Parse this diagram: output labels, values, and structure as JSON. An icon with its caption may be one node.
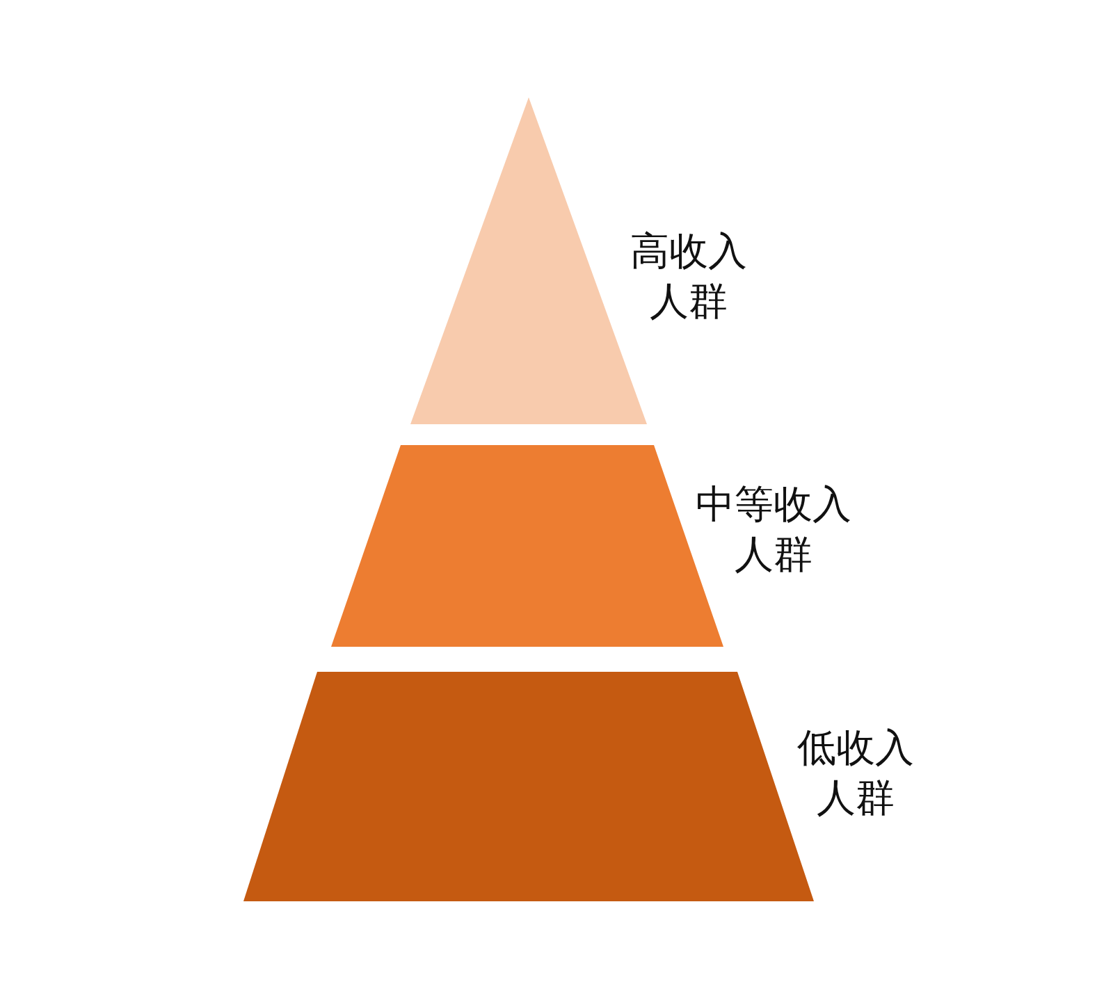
{
  "diagram": {
    "nodes": [
      {
        "text": [
          "高收入人群"
        ]
      },
      {
        "text": [
          "中等收入人群"
        ]
      },
      {
        "text": [
          "低收入人群"
        ]
      }
    ]
  }
}
